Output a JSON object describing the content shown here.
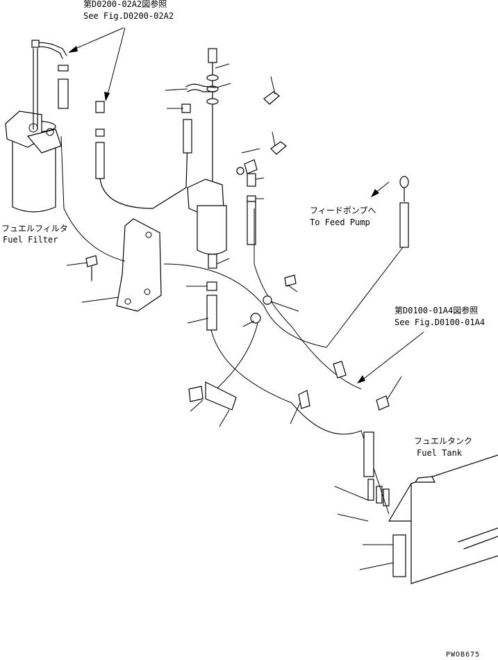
{
  "labels": {
    "ref_top_jp": "第D0200-02A2図参照",
    "ref_top_en": "See Fig.D0200-02A2",
    "fuel_filter_jp": "フュエルフィルタ",
    "fuel_filter_en": "Fuel Filter",
    "feed_pump_jp": "フィードポンプへ",
    "feed_pump_en": "To Feed Pump",
    "ref_mid_jp": "第D0100-01A4図参照",
    "ref_mid_en": "See Fig.D0100-01A4",
    "fuel_tank_jp": "フュエルタンク",
    "fuel_tank_en": "Fuel Tank",
    "drawing_code": "PWOB675"
  },
  "colors": {
    "line": "#000000",
    "background": "#ffffff"
  }
}
